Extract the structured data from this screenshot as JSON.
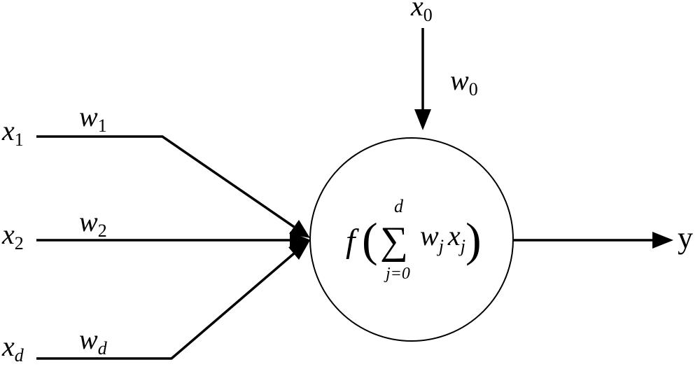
{
  "inputs": {
    "x0": {
      "base": "x",
      "sub": "0"
    },
    "x1": {
      "base": "x",
      "sub": "1"
    },
    "x2": {
      "base": "x",
      "sub": "2"
    },
    "xd": {
      "base": "x",
      "sub": "d"
    }
  },
  "weights": {
    "w0": {
      "base": "w",
      "sub": "0"
    },
    "w1": {
      "base": "w",
      "sub": "1"
    },
    "w2": {
      "base": "w",
      "sub": "2"
    },
    "wd": {
      "base": "w",
      "sub": "d"
    }
  },
  "neuron": {
    "function": "f",
    "sum_symbol": "∑",
    "upper_limit": "d",
    "lower_limit": "j=0",
    "term_w": "w",
    "term_x": "x",
    "index": "j",
    "paren_open": "(",
    "paren_close": ")"
  },
  "output": {
    "label": "y"
  }
}
